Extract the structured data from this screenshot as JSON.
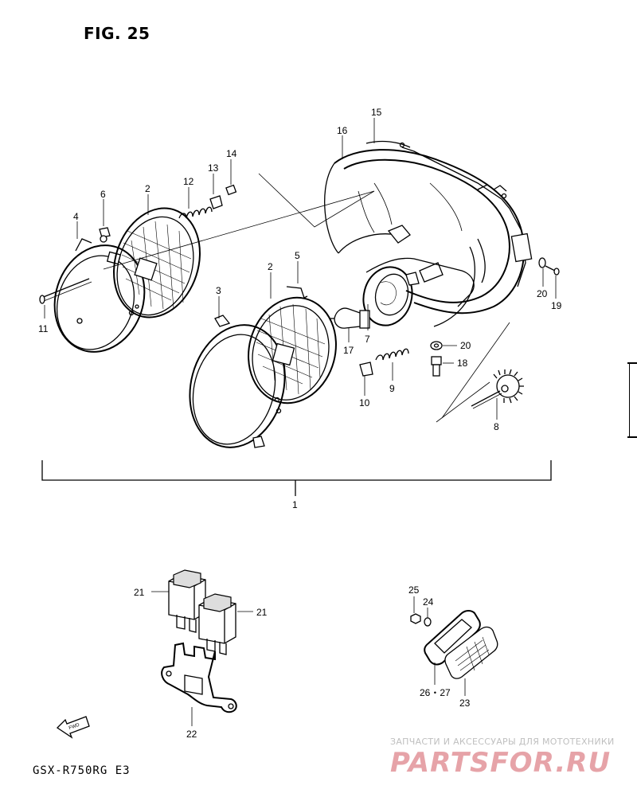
{
  "figure": {
    "title": "FIG. 25"
  },
  "model": {
    "code": "GSX-R750RG E3"
  },
  "fwd_label": "FWD",
  "watermark": {
    "top_text": "ЗАПЧАСТИ И АКСЕССУАРЫ ДЛЯ МОТОТЕХНИКИ",
    "logo_text": "PARTSFOR.RU"
  },
  "callouts": {
    "c1": "1",
    "c2a": "2",
    "c2b": "2",
    "c3": "3",
    "c4": "4",
    "c5": "5",
    "c6": "6",
    "c7": "7",
    "c8": "8",
    "c9": "9",
    "c10": "10",
    "c11": "11",
    "c12": "12",
    "c13": "13",
    "c14": "14",
    "c15": "15",
    "c16": "16",
    "c17": "17",
    "c18": "18",
    "c19": "19",
    "c20a": "20",
    "c20b": "20",
    "c21a": "21",
    "c21b": "21",
    "c22": "22",
    "c23": "23",
    "c24": "24",
    "c25": "25",
    "c2627": "26・27"
  }
}
